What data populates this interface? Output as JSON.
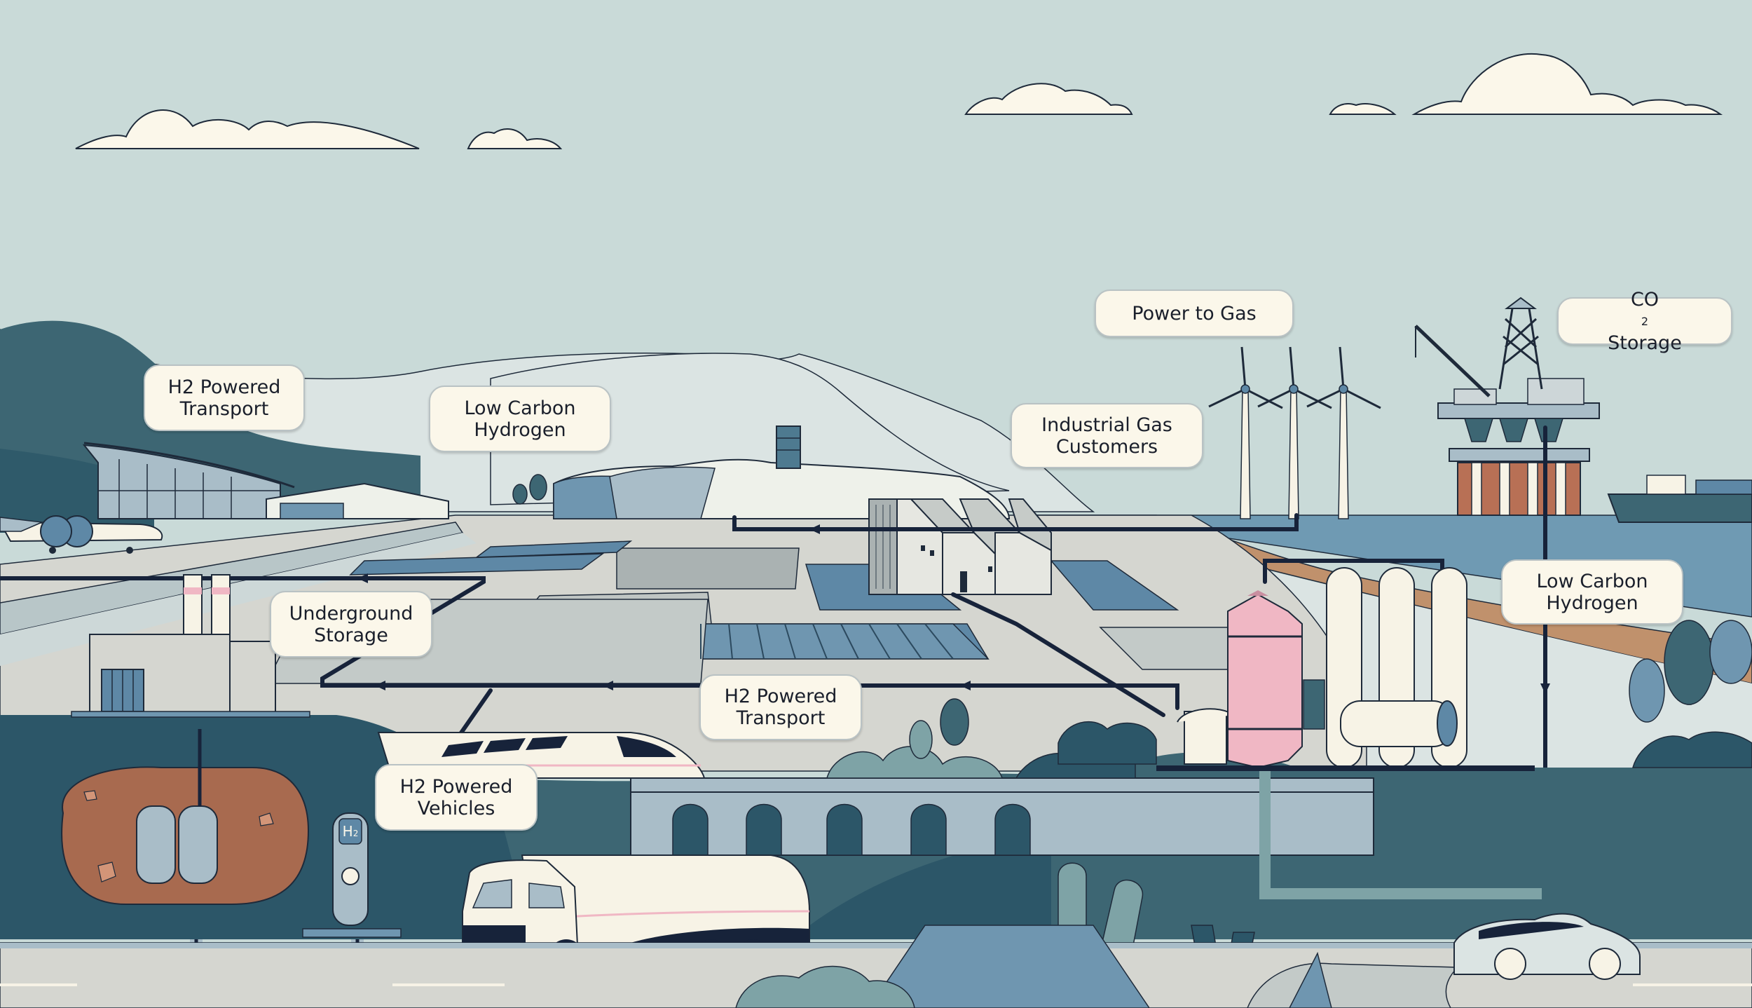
{
  "labels": {
    "h2_transport_left": {
      "line1": "H2 Powered",
      "line2": "Transport"
    },
    "low_carbon_hydrogen_center": {
      "line1": "Low Carbon",
      "line2": "Hydrogen"
    },
    "power_to_gas": {
      "line1": "Power to Gas"
    },
    "co2_storage": {
      "prefix": "CO",
      "sub": "2",
      "suffix": " Storage"
    },
    "industrial_gas_customers": {
      "line1": "Industrial Gas",
      "line2": "Customers"
    },
    "underground_storage": {
      "line1": "Underground",
      "line2": "Storage"
    },
    "h2_transport_center": {
      "line1": "H2 Powered",
      "line2": "Transport"
    },
    "h2_vehicles": {
      "line1": "H2 Powered",
      "line2": "Vehicles"
    },
    "low_carbon_hydrogen_right": {
      "line1": "Low Carbon",
      "line2": "Hydrogen"
    }
  },
  "fuel_station_sign": {
    "letter": "H",
    "sub": "2"
  },
  "colors": {
    "sky": "#c9dad8",
    "cloud": "#fbf7ea",
    "hill_dark": "#3d6673",
    "hill_pale": "#dbe4e3",
    "ground": "#d5d6d0",
    "sea": "#6f9ab3",
    "pipe": "#17233a",
    "teal": "#2c5668",
    "soil": "#a86a4f",
    "tank_pink": "#f0b7c4",
    "cream": "#f7f3e6",
    "panel_blue": "#5e88a6",
    "sand": "#c0916c"
  }
}
